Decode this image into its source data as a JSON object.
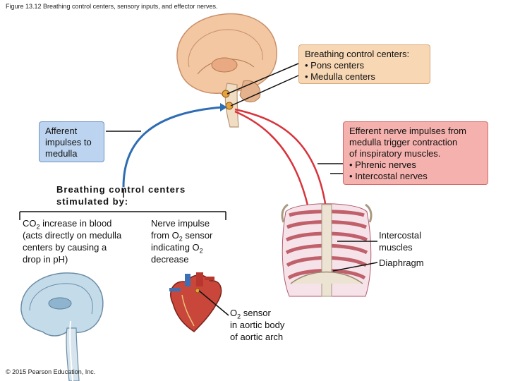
{
  "figure_title": "Figure 13.12 Breathing control centers, sensory inputs, and effector nerves.",
  "control_box": {
    "title": "Breathing control centers:",
    "items": [
      "• Pons centers",
      "• Medulla centers"
    ]
  },
  "afferent_box": {
    "lines": [
      "Afferent",
      "impulses to",
      "medulla"
    ]
  },
  "efferent_box": {
    "lines": [
      "Efferent nerve impulses from",
      "medulla trigger contraction",
      "of inspiratory muscles.",
      "• Phrenic nerves",
      "• Intercostal nerves"
    ]
  },
  "stimuli": {
    "heading_lines": [
      "Breathing control centers",
      "stimulated by:"
    ],
    "co2": {
      "line1_prefix": "CO",
      "line1_sub": "2",
      "line1_suffix": " increase in blood",
      "rest": [
        "(acts directly on medulla",
        "centers by causing a",
        "drop in pH)"
      ]
    },
    "o2": {
      "line1": "Nerve impulse",
      "line2_prefix": "from O",
      "line2_sub": "2",
      "line2_suffix": " sensor",
      "line3_prefix": "indicating O",
      "line3_sub": "2",
      "line4": "decrease"
    }
  },
  "sensor_label": {
    "line1_prefix": "O",
    "line1_sub": "2",
    "line1_suffix": " sensor",
    "line2": "in aortic body",
    "line3": "of aortic arch"
  },
  "muscle_labels": {
    "intercostal": [
      "Intercostal",
      "muscles"
    ],
    "diaphragm": "Diaphragm"
  },
  "copyright": "© 2015 Pearson Education, Inc.",
  "colors": {
    "afferent_arrow": "#2f6db3",
    "efferent_arrow": "#d9333b",
    "box_tan": "#f7d7b4",
    "box_blue": "#bcd4ef",
    "box_red": "#f4b1ad"
  }
}
